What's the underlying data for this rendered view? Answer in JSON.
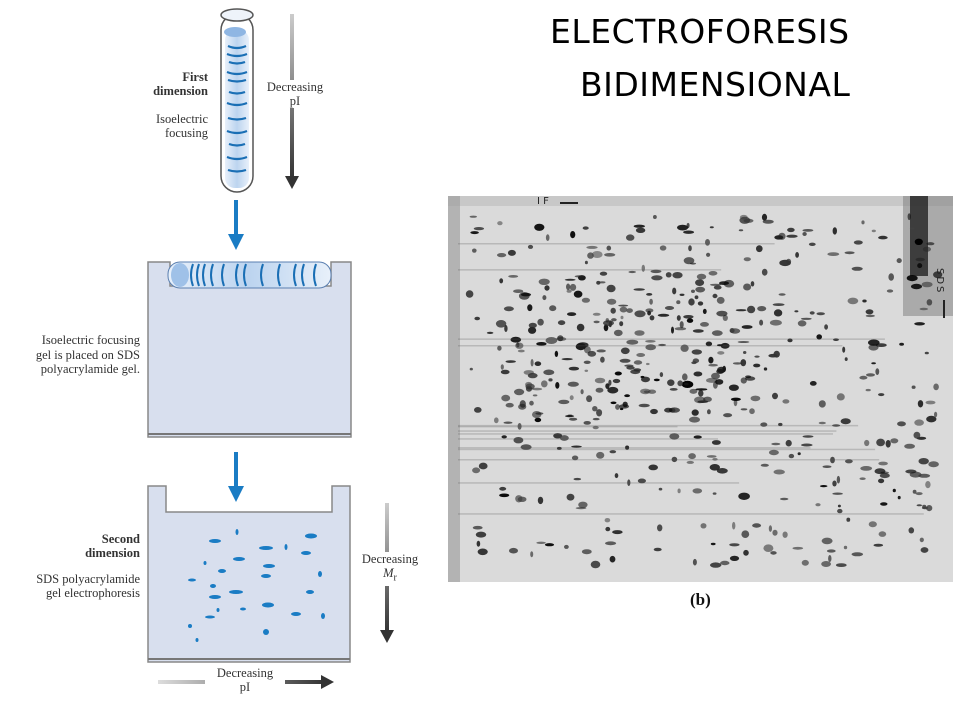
{
  "title": {
    "line1": "ELECTROFORESIS",
    "line2": "BIDIMENSIONAL"
  },
  "diagram": {
    "first_dimension": "First\ndimension",
    "isoelectric_focusing": "Isoelectric\nfocusing",
    "decreasing_pi_top": "Decreasing\npI",
    "gel_placed": "Isoelectric focusing\ngel is placed on SDS\npolyacrylamide gel.",
    "second_dimension": "Second\ndimension",
    "sds_electrophoresis": "SDS polyacrylamide\ngel electrophoresis",
    "decreasing_mr_word": "Decreasing",
    "decreasing_mr_symbol": "M",
    "decreasing_mr_sub": "r",
    "decreasing_pi_bottom": "Decreasing\npI"
  },
  "photo": {
    "if_label": "I F",
    "sds_label": "SDS",
    "caption": "(b)"
  },
  "colors": {
    "accent_blue": "#1a7cc4",
    "gel_fill": "#d8dfee",
    "tube_fill": "#cfe0f3"
  }
}
